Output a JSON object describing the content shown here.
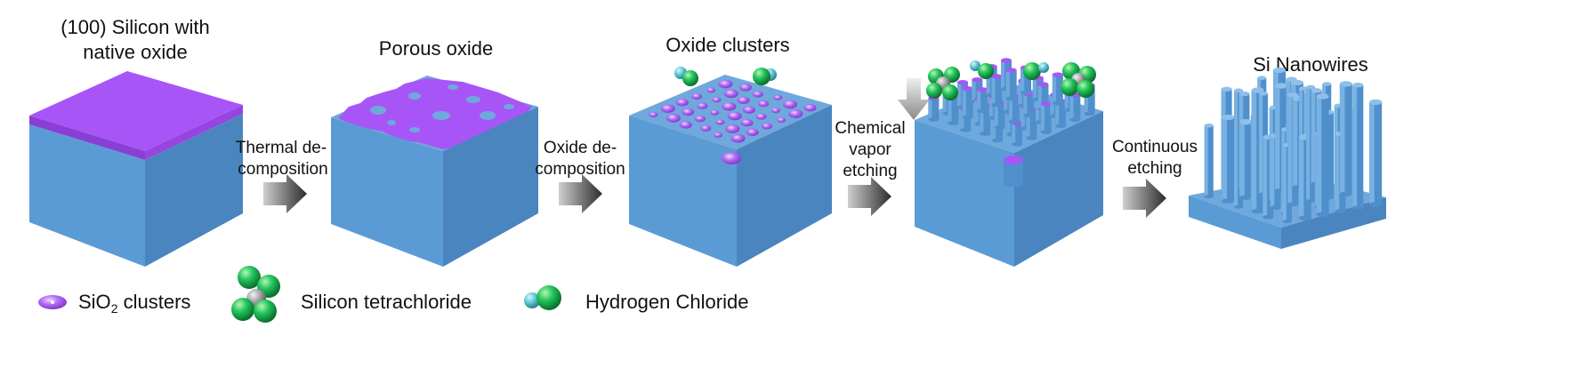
{
  "stages": [
    {
      "title_line1": "(100) Silicon with",
      "title_line2": "native oxide"
    },
    {
      "title_line1": "Porous oxide",
      "title_line2": ""
    },
    {
      "title_line1": "Oxide clusters",
      "title_line2": ""
    },
    {
      "title_line1": "",
      "title_line2": ""
    },
    {
      "title_line1": "Si Nanowires",
      "title_line2": ""
    }
  ],
  "steps": [
    {
      "line1": "Thermal de-",
      "line2": "composition",
      "line3": ""
    },
    {
      "line1": "Oxide de-",
      "line2": "composition",
      "line3": ""
    },
    {
      "line1": "Chemical",
      "line2": "vapor",
      "line3": "etching"
    },
    {
      "line1": "Continuous",
      "line2": "etching",
      "line3": ""
    }
  ],
  "legend": {
    "sio2_prefix": "SiO",
    "sio2_sub": "2",
    "sio2_suffix": " clusters",
    "sicl4": "Silicon tetrachloride",
    "hcl": "Hydrogen Chloride"
  },
  "colors": {
    "silicon_top": "#6fa8dc",
    "silicon_front": "#5b9bd5",
    "silicon_side": "#4a85bf",
    "oxide": "#a855f7",
    "chlorine": "#22c55e",
    "silicon_atom": "#9ca3af",
    "hydrogen": "#5ec8d8",
    "arrow": "#333333"
  }
}
